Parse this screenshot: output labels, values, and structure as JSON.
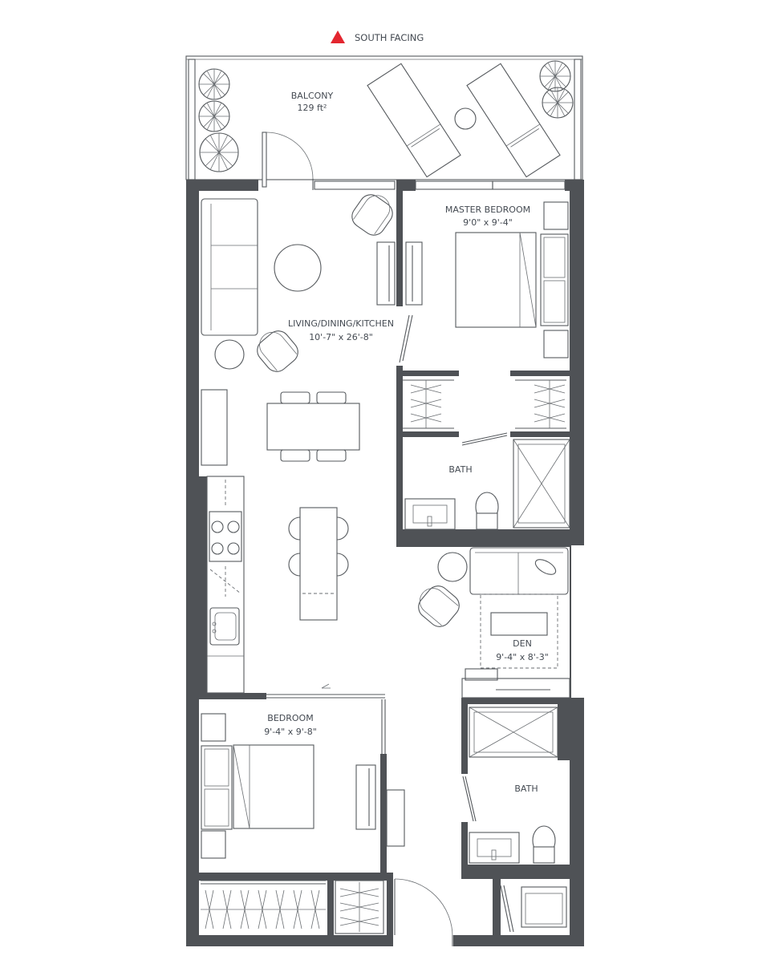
{
  "orientation": {
    "label": "SOUTH FACING",
    "marker_color": "#e3262f"
  },
  "rooms": {
    "balcony": {
      "name": "BALCONY",
      "area": "129 ft²"
    },
    "master_bedroom": {
      "name": "MASTER BEDROOM",
      "dims": "9'0\" x 9'-4\""
    },
    "living": {
      "name": "LIVING/DINING/KITCHEN",
      "dims": "10'-7\" x 26'-8\""
    },
    "bath_master": {
      "name": "BATH"
    },
    "den": {
      "name": "DEN",
      "dims": "9'-4\" x 8'-3\""
    },
    "bedroom": {
      "name": "BEDROOM",
      "dims": "9'-4\" x 9'-8\""
    },
    "bath_second": {
      "name": "BATH"
    }
  },
  "colors": {
    "wall": "#4f5256",
    "line": "#55595d"
  },
  "icons": [
    "triangle-marker-icon",
    "plant-icon",
    "lounge-chair-icon",
    "armchair-icon",
    "bed-icon",
    "toilet-icon",
    "sink-icon",
    "shower-icon",
    "cooktop-icon",
    "sofa-icon",
    "door-swing-icon"
  ]
}
